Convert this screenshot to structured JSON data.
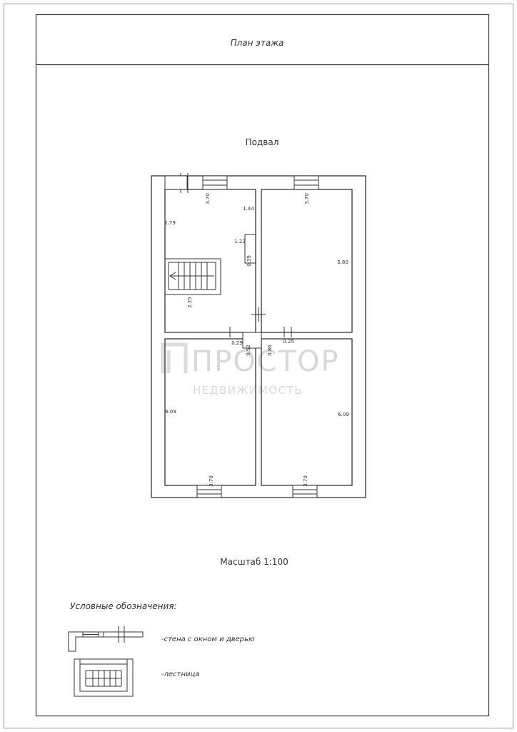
{
  "sheet": {
    "header": "План этажа",
    "level": "Подвал",
    "scale": "Масштаб 1:100"
  },
  "watermark": {
    "brand": "ПРОСТОР",
    "tagline": "НЕДВИЖИМОСТЬ"
  },
  "dimensions": {
    "d1": "3.70",
    "d2": "3.70",
    "d3": "1.44",
    "d4": "2.79",
    "d5": "1.23",
    "d6": "0.39",
    "d7": "5.80",
    "d8": "2.25",
    "d9": "0.29",
    "d10": "0.25",
    "d11": "0.52",
    "d12": "0.86",
    "d13": "6.09",
    "d14": "6.09",
    "d15": "3.70",
    "d16": "3.70"
  },
  "legend": {
    "title": "Условные обозначения:",
    "items": [
      {
        "label": "-стена с окном и дверью"
      },
      {
        "label": "-лестница"
      }
    ]
  }
}
